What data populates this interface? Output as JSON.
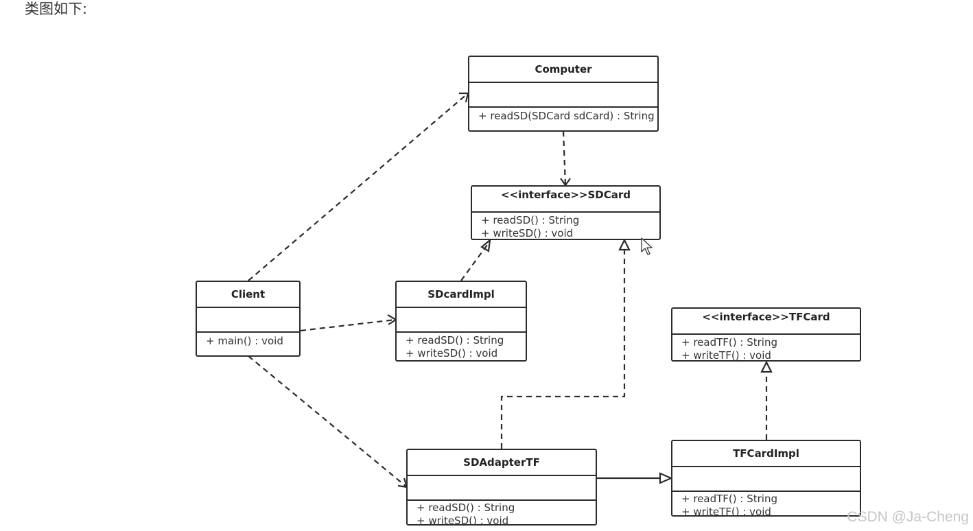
{
  "caption": "类图如下:",
  "watermark": "CSDN @Ja-Cheng",
  "classes": {
    "computer": {
      "name": "Computer",
      "ops": [
        "+ readSD(SDCard sdCard) : String"
      ]
    },
    "sdcard": {
      "name": "<<interface>>SDCard",
      "ops": [
        "+ readSD() : String",
        "+ writeSD() : void"
      ]
    },
    "client": {
      "name": "Client",
      "ops": [
        "+ main() : void"
      ]
    },
    "sdcardimpl": {
      "name": "SDcardImpl",
      "ops": [
        "+ readSD() : String",
        "+ writeSD() : void"
      ]
    },
    "tfcard": {
      "name": "<<interface>>TFCard",
      "ops": [
        "+ readTF() : String",
        "+ writeTF() : void"
      ]
    },
    "sdadaptertf": {
      "name": "SDAdapterTF",
      "ops": [
        "+ readSD() : String",
        "+ writeSD() : void"
      ]
    },
    "tfcardimpl": {
      "name": "TFCardImpl",
      "ops": [
        "+ readTF() : String",
        "+ writeTF() : void"
      ]
    }
  }
}
